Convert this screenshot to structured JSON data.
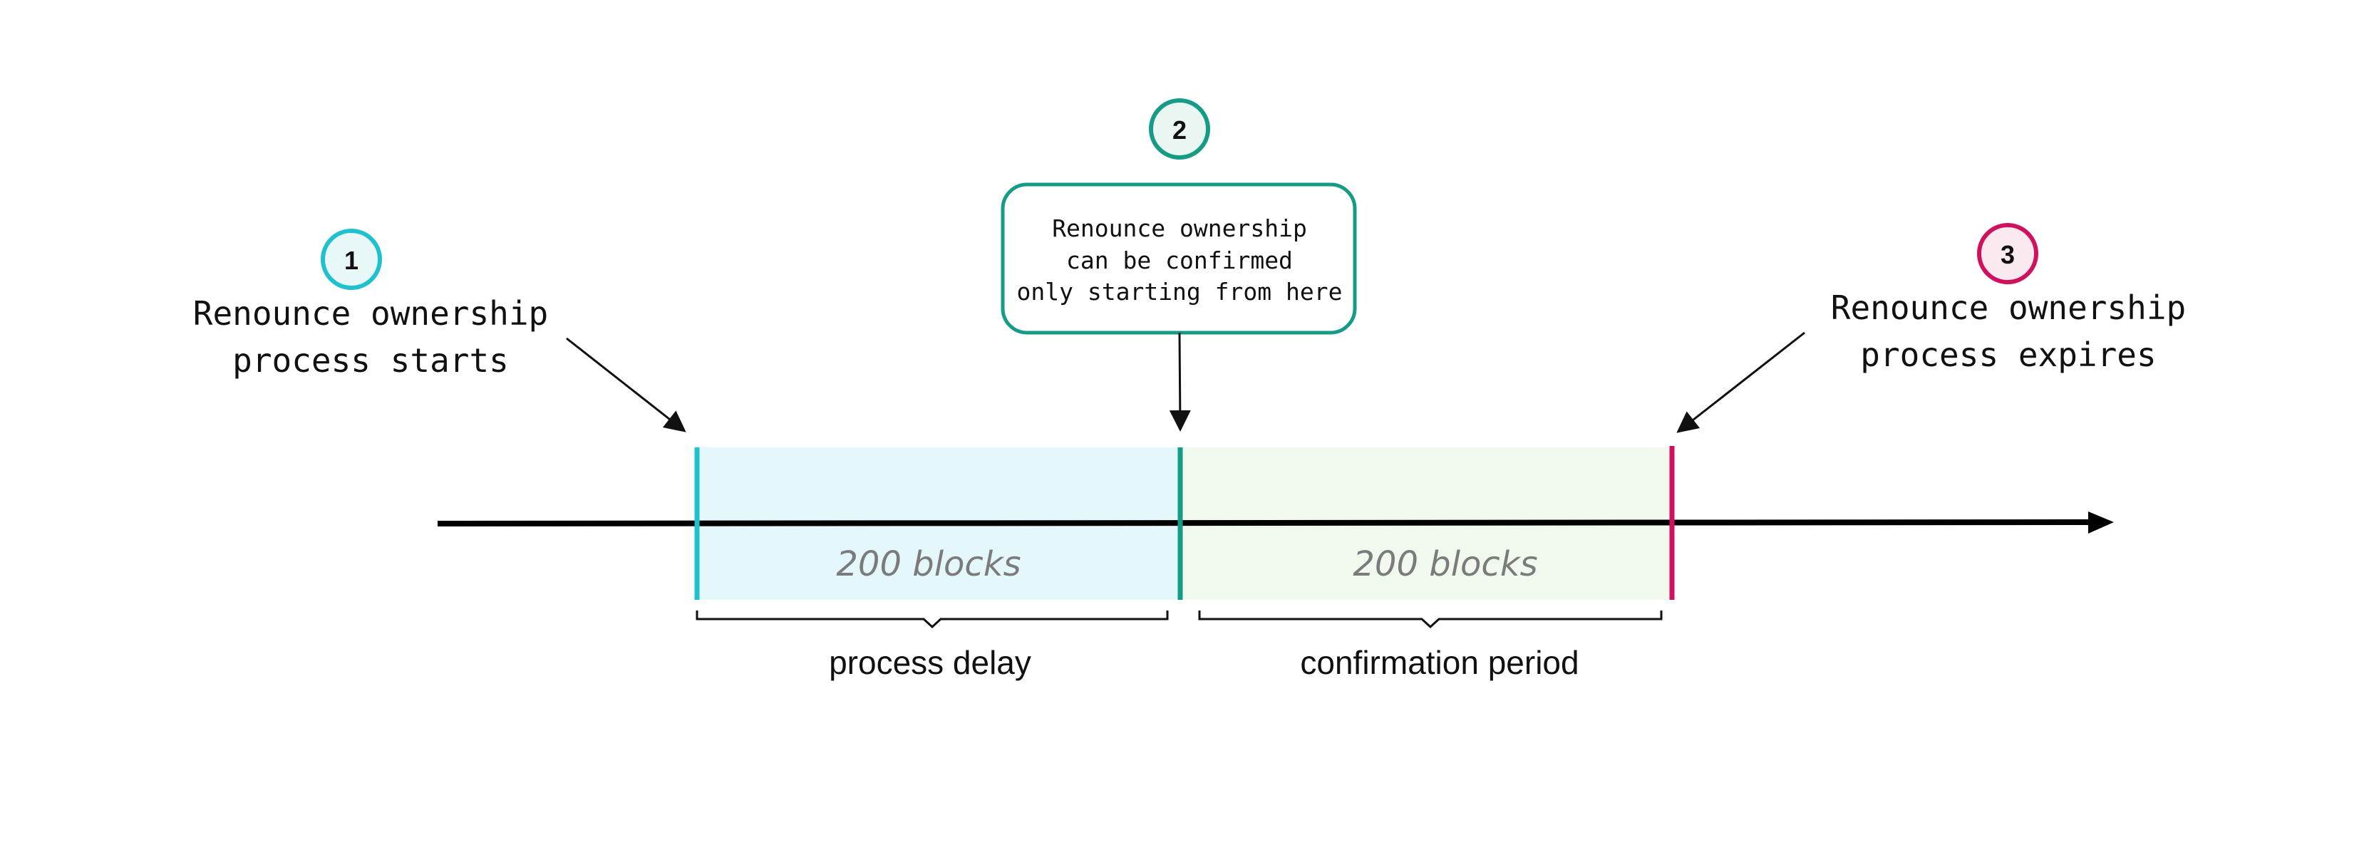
{
  "markers": [
    {
      "number": "1",
      "lines": [
        "Renounce ownership",
        "process starts"
      ],
      "color": "#1fc1cc"
    },
    {
      "number": "2",
      "lines": [
        "Renounce ownership",
        "can be confirmed",
        "only starting from here"
      ],
      "color": "#169c86"
    },
    {
      "number": "3",
      "lines": [
        "Renounce ownership",
        "process expires"
      ],
      "color": "#d0115e"
    }
  ],
  "periods": [
    {
      "blocks_label": "200 blocks",
      "name": "process delay",
      "fill": "#e4f7fa"
    },
    {
      "blocks_label": "200 blocks",
      "name": "confirmation period",
      "fill": "#f1f8ee"
    }
  ],
  "colors": {
    "axis": "#000000",
    "text": "#111111",
    "block_text": "#7b7b7b",
    "badge_fill_1": "#e8f8f9",
    "badge_fill_2": "#e9f6f2",
    "badge_fill_3": "#fbe9f0"
  }
}
